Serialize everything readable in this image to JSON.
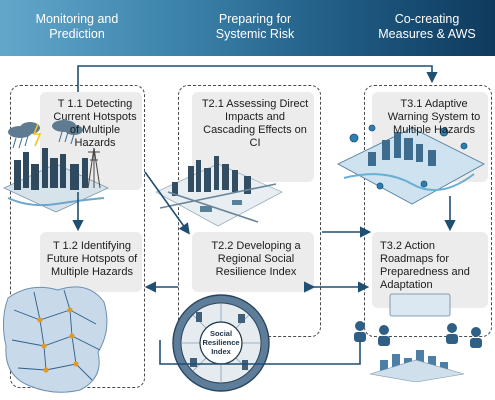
{
  "headers": [
    {
      "text": "Monitoring and\nPrediction"
    },
    {
      "text": "Preparing for\nSystemic Risk"
    },
    {
      "text": "Co-creating\nMeasures & AWS"
    }
  ],
  "tasks": {
    "t11": "T 1.1 Detecting Current Hotspots of Multiple Hazards",
    "t12": "T 1.2 Identifying Future Hotspots of Multiple Hazards",
    "t21": "T2.1 Assessing Direct Impacts and Cascading Effects on CI",
    "t22": "T2.2 Developing a Regional Social Resilience Index",
    "t31": "T3.1 Adaptive Warning System to Multiple Hazards",
    "t32": "T3.2 Action Roadmaps for Preparedness and Adaptation"
  },
  "index_label": "Social\nResilience\nIndex",
  "colors": {
    "header_start": "#63a7cb",
    "header_end": "#0f3a5e",
    "arrow": "#1f4f73",
    "card": "#ececec",
    "frame": "#4a4a4a"
  }
}
